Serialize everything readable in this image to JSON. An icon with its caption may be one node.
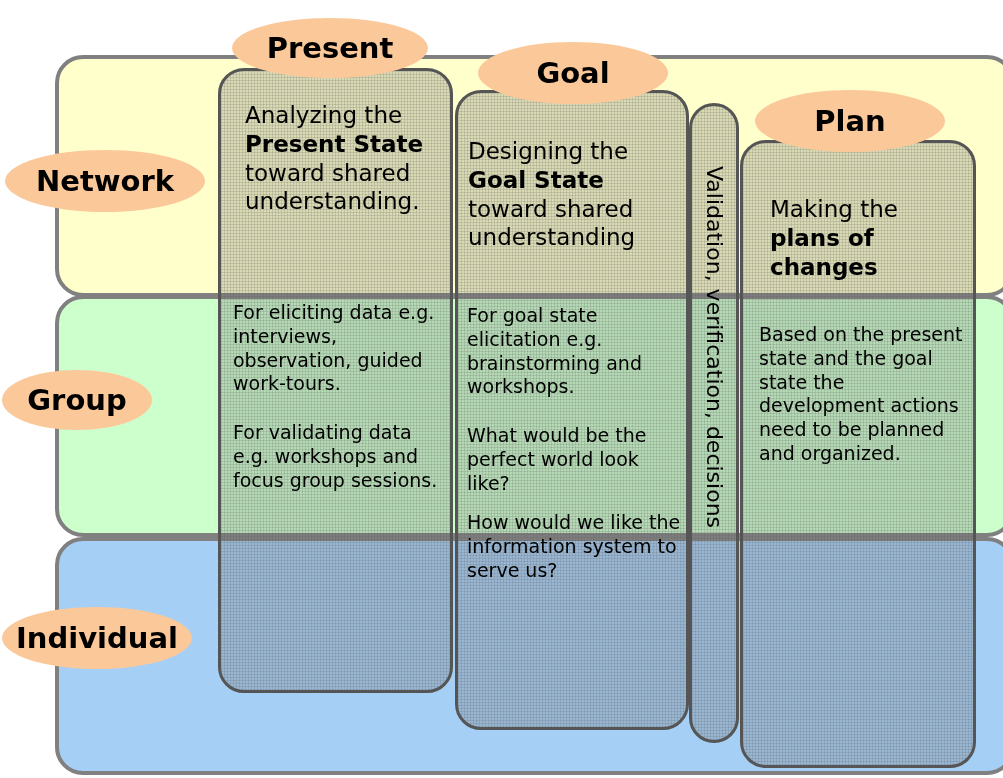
{
  "diagram": {
    "nodes": [
      {
        "text": [],
        "shape": "box"
      },
      {
        "text": [],
        "shape": "box"
      },
      {
        "text": [],
        "shape": "box"
      },
      {
        "text": [
          "Network"
        ]
      },
      {
        "text": [
          "Group"
        ]
      },
      {
        "text": [
          "Individual"
        ]
      },
      {
        "text": [
          "Present"
        ]
      },
      {
        "text": [
          "Analyzing the **Present State** toward shared understanding.",
          "For eliciting data e.g. interviews, observation, guided work-tours.",
          "For validating data e.g. workshops and focus group sessions."
        ]
      },
      {
        "text": [
          "Goal"
        ]
      },
      {
        "text": [
          "Designing the **Goal State** toward shared understanding",
          "For goal state elicitation e.g. brainstorming and workshops.",
          "What would be the perfect world look like?",
          "How would we like the information system to serve us?"
        ]
      },
      {
        "text": [
          "Validation, verification, decisions"
        ]
      },
      {
        "text": [
          "Plan"
        ],
        "in": 0
      },
      {
        "text": [
          "Making the **plans of changes**",
          "Based on the present state and the goal state the development actions need to be planned and organized."
        ]
      }
    ]
  }
}
